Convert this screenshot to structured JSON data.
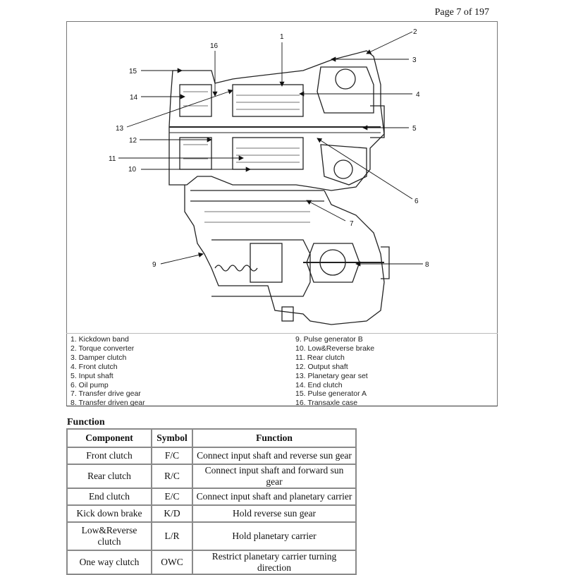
{
  "page": {
    "number_text": "Page 7 of 197"
  },
  "figure": {
    "callouts": [
      "1",
      "2",
      "3",
      "4",
      "5",
      "6",
      "7",
      "8",
      "9",
      "10",
      "11",
      "12",
      "13",
      "14",
      "15",
      "16"
    ],
    "legend_left": [
      "1.  Kickdown band",
      "2.  Torque converter",
      "3.  Damper clutch",
      "4.  Front clutch",
      "5.  Input shaft",
      "6.  Oil pump",
      "7.  Transfer drive gear",
      "8.  Transfer driven gear"
    ],
    "legend_right": [
      "9. Pulse generator B",
      "10.  Low&Reverse brake",
      "11.  Rear clutch",
      "12.  Output shaft",
      "13.  Planetary gear set",
      "14.  End clutch",
      "15.  Pulse generator A",
      "16.  Transaxle case"
    ]
  },
  "function_section": {
    "heading": "Function",
    "headers": [
      "Component",
      "Symbol",
      "Function"
    ],
    "rows": [
      [
        "Front clutch",
        "F/C",
        "Connect input shaft and reverse sun gear"
      ],
      [
        "Rear clutch",
        "R/C",
        "Connect input shaft and forward sun gear"
      ],
      [
        "End clutch",
        "E/C",
        "Connect input shaft and planetary carrier"
      ],
      [
        "Kick down brake",
        "K/D",
        "Hold reverse sun gear"
      ],
      [
        "Low&Reverse clutch",
        "L/R",
        "Hold planetary carrier"
      ],
      [
        "One way clutch",
        "OWC",
        "Restrict planetary carrier turning direction"
      ]
    ]
  }
}
